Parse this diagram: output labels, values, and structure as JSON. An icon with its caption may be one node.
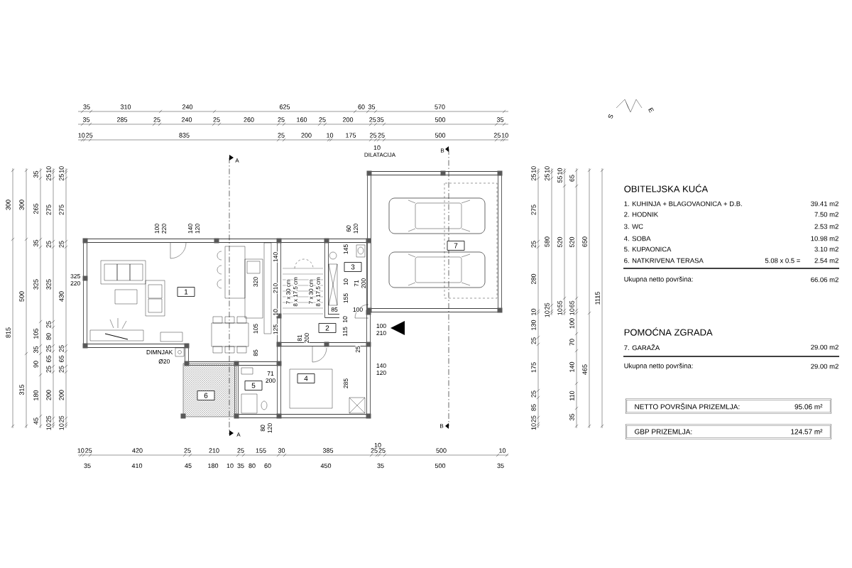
{
  "diagram": {
    "nodes": [
      {
        "text": [
          "1"
        ]
      },
      {
        "text": [
          "2"
        ]
      },
      {
        "text": [
          "3"
        ]
      },
      {
        "text": [
          "4"
        ]
      },
      {
        "text": [
          "5"
        ]
      },
      {
        "text": [
          "6"
        ]
      },
      {
        "text": [
          "7"
        ]
      },
      {
        "text": [
          "NETTO POVRŠINA PRIZEMLJA:",
          "95.06 m²"
        ]
      },
      {
        "text": [
          "GBP PRIZEMLJA:",
          "124.57 m²"
        ]
      }
    ],
    "labels": [
      "35",
      "310",
      "240",
      "625",
      "60",
      "35",
      "570",
      "35",
      "285",
      "25",
      "240",
      "25",
      "260",
      "25",
      "160",
      "25",
      "200",
      "25",
      "35",
      "500",
      "35",
      "10",
      "25",
      "835",
      "25",
      "200",
      "10",
      "175",
      "25",
      "25",
      "500",
      "25",
      "10",
      "10",
      "DILATACIJA",
      "A",
      "B",
      "300",
      "815",
      "300",
      "500",
      "315",
      "35",
      "265",
      "35",
      "325",
      "105",
      "35",
      "90",
      "180",
      "45",
      "10",
      "25",
      "275",
      "25",
      "325",
      "25",
      "80",
      "25",
      "65",
      "25",
      "200",
      "25",
      "10",
      "10",
      "25",
      "275",
      "25",
      "430",
      "25",
      "65",
      "25",
      "200",
      "25",
      "10",
      "100",
      "220",
      "140",
      "120",
      "60",
      "120",
      "325",
      "220",
      "140",
      "320",
      "210",
      "10",
      "105",
      "125",
      "85",
      "7 x 30 cm",
      "8 x 17.5 cm",
      "7 x 30 cm",
      "8 x 17.5 cm",
      "145",
      "10",
      "155",
      "71",
      "200",
      "85",
      "100",
      "10",
      "115",
      "25",
      "81",
      "200",
      "71",
      "200",
      "285",
      "100",
      "210",
      "140",
      "120",
      "80",
      "120",
      "DIMNJAK",
      "Ø20",
      "A",
      "B",
      "S",
      "E",
      "10",
      "25",
      "275",
      "25",
      "280",
      "10",
      "130",
      "25",
      "175",
      "25",
      "85",
      "25",
      "10",
      "10",
      "25",
      "580",
      "25",
      "10",
      "10",
      "55",
      "520",
      "55",
      "10",
      "65",
      "520",
      "65",
      "10",
      "100",
      "70",
      "140",
      "110",
      "35",
      "650",
      "465",
      "1115",
      "OBITELJSKA KUĆA",
      "1. KUHINJA + BLAGOVAONICA + D.B.",
      "39.41 m2",
      "2. HODNIK",
      "7.50 m2",
      "3. WC",
      "2.53 m2",
      "4. SOBA",
      "10.98 m2",
      "5. KUPAONICA",
      "3.10 m2",
      "6. NATKRIVENA TERASA",
      "5.08 x 0.5 =",
      "2.54 m2",
      "Ukupna netto površina:",
      "66.06 m2",
      "POMOĆNA ZGRADA",
      "7. GARAŽA",
      "29.00 m2",
      "Ukupna netto površina:",
      "29.00 m2",
      "10",
      "25",
      "420",
      "25",
      "210",
      "25",
      "155",
      "30",
      "385",
      "25",
      "25",
      "500",
      "10",
      "10",
      "35",
      "410",
      "45",
      "180",
      "10",
      "35",
      "80",
      "60",
      "450",
      "35",
      "500",
      "35"
    ]
  }
}
